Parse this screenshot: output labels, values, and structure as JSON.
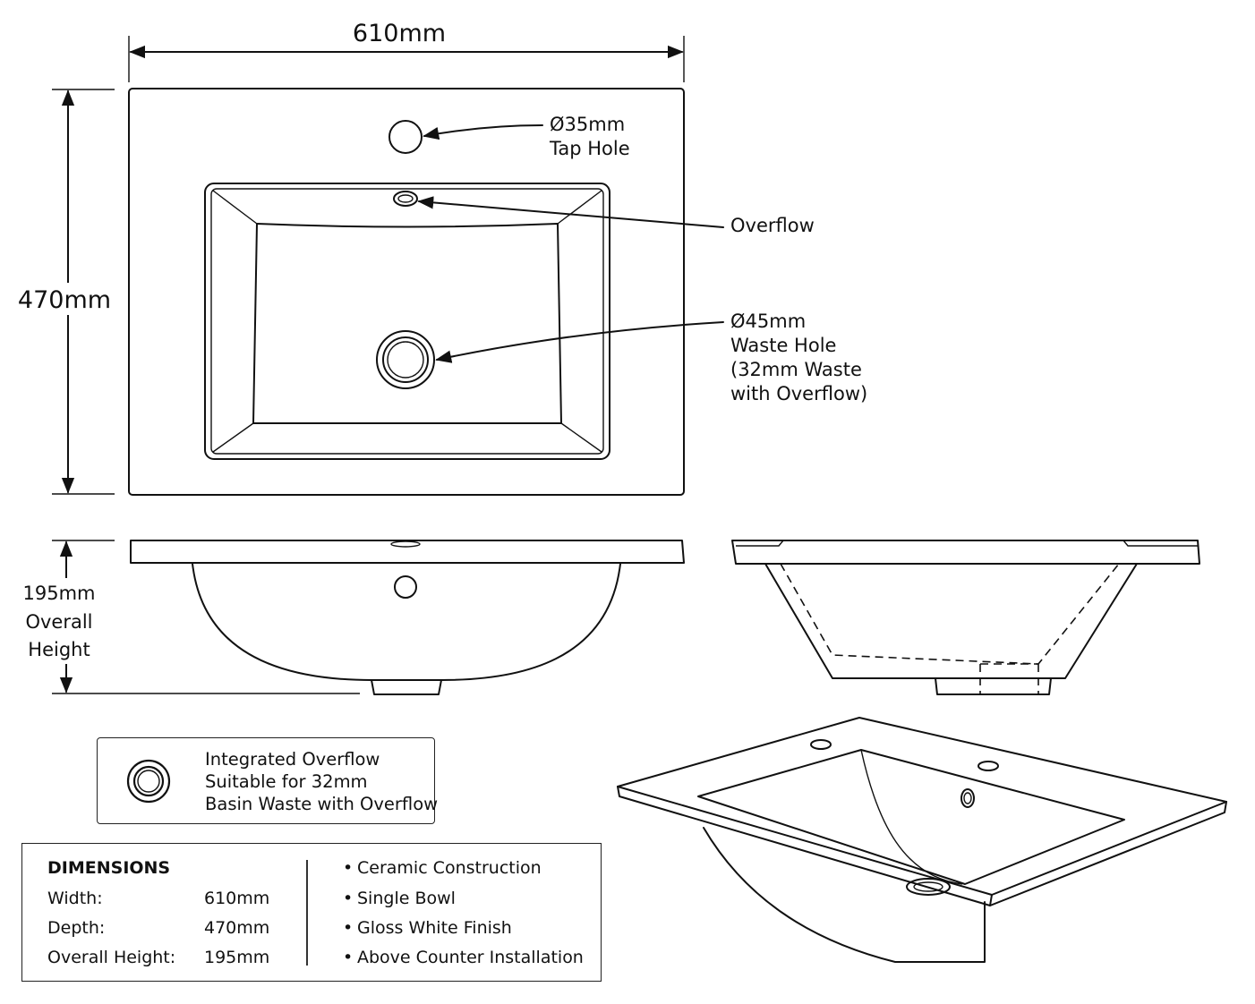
{
  "dimensions_annotations": {
    "width": "610mm",
    "depth": "470mm",
    "height_lines": [
      "195mm",
      "Overall",
      "Height"
    ]
  },
  "callouts": {
    "tap_hole": [
      "Ø35mm",
      "Tap Hole"
    ],
    "overflow": [
      "Overflow"
    ],
    "waste_hole": [
      "Ø45mm",
      "Waste Hole",
      "(32mm Waste",
      "with Overflow)"
    ]
  },
  "overflow_note": {
    "lines": [
      "Integrated Overflow",
      "Suitable for 32mm",
      "Basin Waste with Overflow"
    ]
  },
  "specs": {
    "title": "DIMENSIONS",
    "rows": [
      {
        "label": "Width:",
        "value": "610mm"
      },
      {
        "label": "Depth:",
        "value": "470mm"
      },
      {
        "label": "Overall Height:",
        "value": "195mm"
      }
    ],
    "features": [
      "Ceramic Construction",
      "Single Bowl",
      "Gloss White Finish",
      "Above Counter Installation"
    ]
  }
}
